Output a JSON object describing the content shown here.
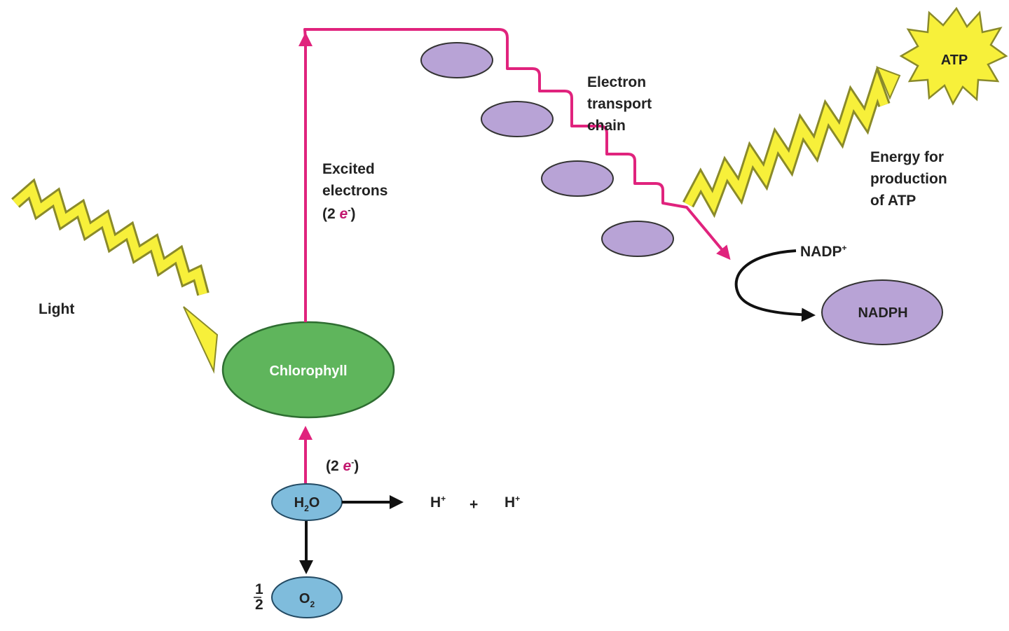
{
  "labels": {
    "light": "Light",
    "chlorophyll": "Chlorophyll",
    "excited_line1": "Excited",
    "excited_line2": "electrons",
    "excited_paren_open": "(2 ",
    "excited_e": "e",
    "excited_sup": "-",
    "excited_paren_close": ")",
    "etc_line1": "Electron",
    "etc_line2": "transport",
    "etc_line3": "chain",
    "atp": "ATP",
    "energy_line1": "Energy for",
    "energy_line2": "production",
    "energy_line3": "of ATP",
    "nadp": "NADP",
    "nadp_sup": "+",
    "nadph": "NADPH",
    "water_paren_open": "(2 ",
    "water_e": "e",
    "water_sup": "-",
    "water_paren_close": ")",
    "h2o_h": "H",
    "h2o_sub": "2",
    "h2o_o": "O",
    "hplus1": "H",
    "hplus1_sup": "+",
    "plus": "+",
    "hplus2": "H",
    "hplus2_sup": "+",
    "half_num": "1",
    "half_den": "2",
    "o2_o": "O",
    "o2_sub": "2"
  },
  "colors": {
    "electron_path": "#e0237d",
    "light_fill": "#f7f03a",
    "light_stroke": "#8a8a2a",
    "chlorophyll": "#5fb55c",
    "carrier": "#b8a3d6",
    "water": "#7fbcdc",
    "arrow_black": "#111111"
  }
}
